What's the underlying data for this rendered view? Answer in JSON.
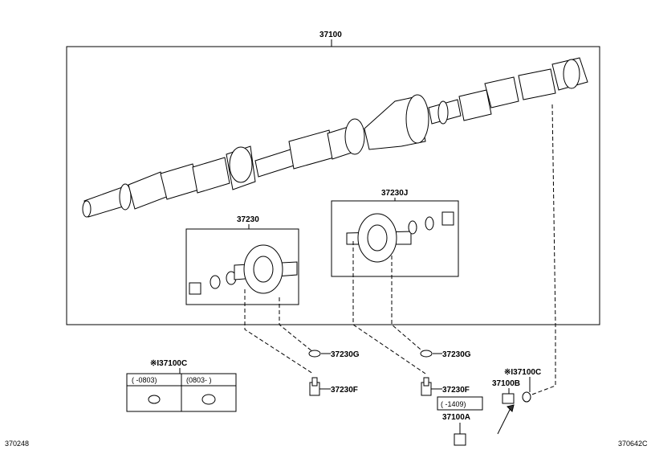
{
  "labels": {
    "assembly": "37100",
    "bearing_a": "37230",
    "bearing_b": "37230J",
    "washer_a": "37230G",
    "bolt_a": "37230F",
    "washer_b": "37230G",
    "bolt_b": "37230F",
    "legend_title": "※I37100C",
    "legend_col1": "(    -0803)",
    "legend_col2": "(0803-     )",
    "date_range": "(   -1409)",
    "part_100a": "37100A",
    "part_100b": "37100B",
    "part_100c": "※I37100C",
    "code_left": "370248",
    "code_right": "370642C"
  },
  "colors": {
    "line": "#000000",
    "background": "#ffffff"
  }
}
